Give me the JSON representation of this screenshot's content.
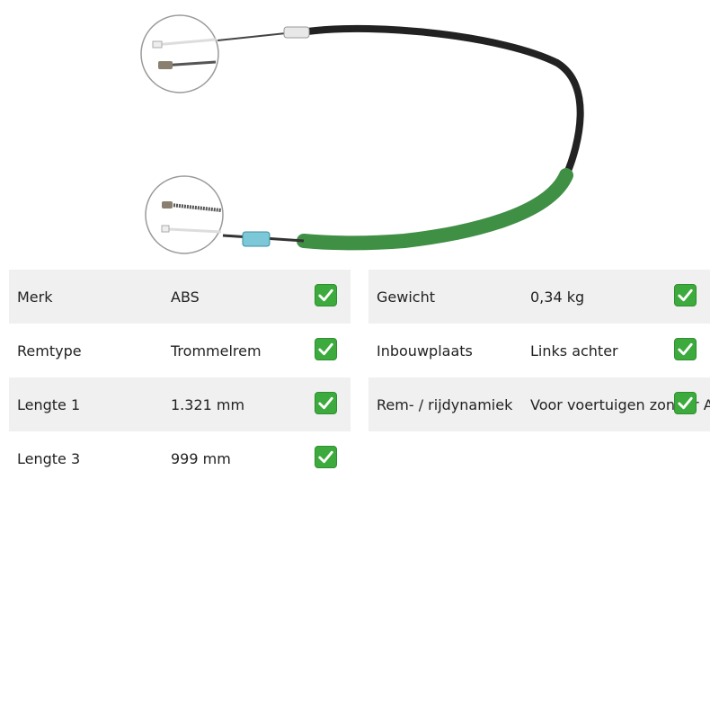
{
  "specs_left": [
    {
      "label": "Merk",
      "value": "ABS",
      "checked": true
    },
    {
      "label": "Remtype",
      "value": "Trommelrem",
      "checked": true
    },
    {
      "label": "Lengte 1",
      "value": "1.321 mm",
      "checked": true
    },
    {
      "label": "Lengte 3",
      "value": "999 mm",
      "checked": true
    }
  ],
  "specs_right": [
    {
      "label": "Gewicht",
      "value": "0,34 kg",
      "checked": true
    },
    {
      "label": "Inbouwplaats",
      "value": "Links achter",
      "checked": true
    },
    {
      "label": "Rem- / rijdynamiek",
      "value": "Voor voertuigen zonder ABS",
      "checked": true
    }
  ],
  "colors": {
    "row_shade": "#f0f0f0",
    "check_green": "#3caa3c",
    "cable_black": "#222222",
    "sleeve_green": "#3f8f44"
  },
  "icons": {
    "check": "check-mark-icon"
  }
}
